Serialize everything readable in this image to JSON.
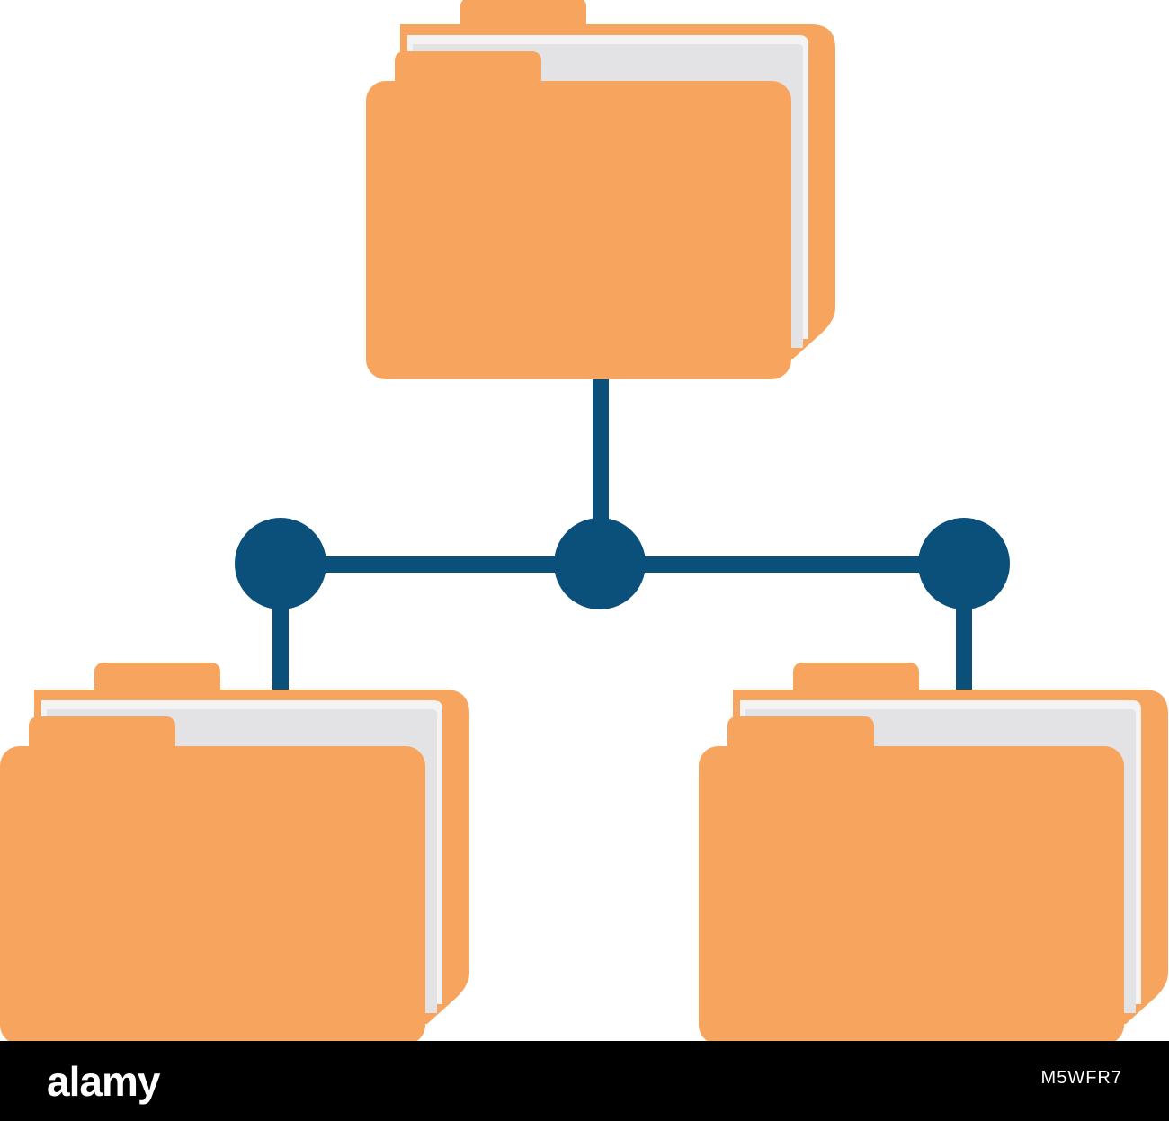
{
  "diagram": {
    "nodes": [
      {
        "id": "top-folder",
        "icon": "folder-icon"
      },
      {
        "id": "left-folder",
        "icon": "folder-icon"
      },
      {
        "id": "right-folder",
        "icon": "folder-icon"
      }
    ],
    "connectors": [
      {
        "icon": "network-node-icon"
      },
      {
        "icon": "network-node-icon"
      },
      {
        "icon": "network-node-icon"
      }
    ],
    "colors": {
      "folder": "#F7A55E",
      "paper": "#E3E3E5",
      "paper_edge": "#F3F3F4",
      "connector": "#0B4F7B",
      "background": "#FFFFFF"
    }
  },
  "watermark": {
    "brand": "alamy",
    "image_id": "M5WFR7"
  }
}
